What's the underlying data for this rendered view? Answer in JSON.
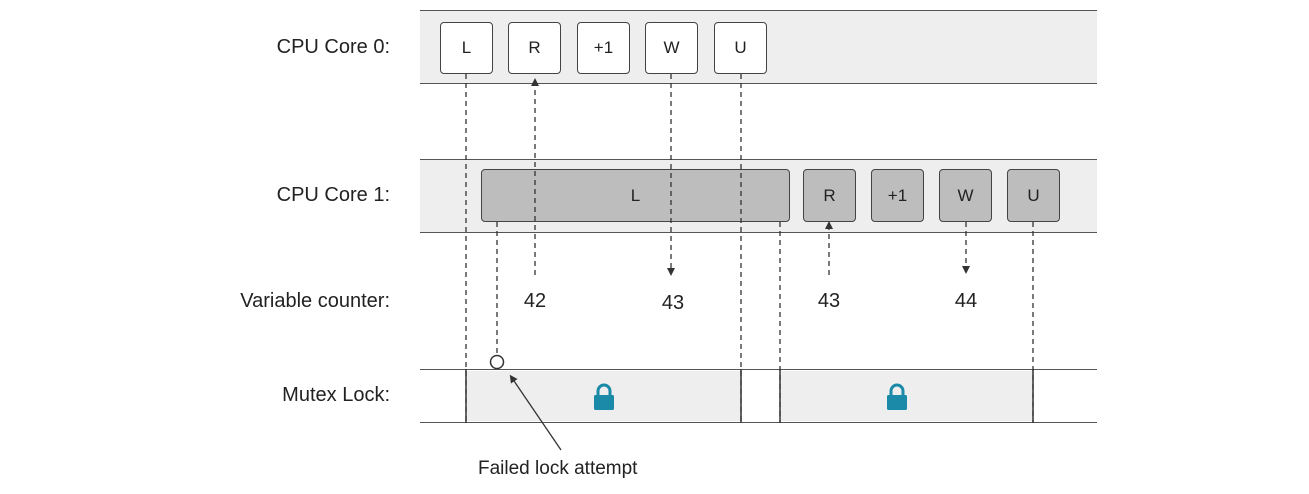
{
  "lanes": {
    "core0": {
      "label": "CPU Core 0:"
    },
    "core1": {
      "label": "CPU Core 1:"
    },
    "counter": {
      "label": "Variable counter:"
    },
    "mutex": {
      "label": "Mutex Lock:"
    }
  },
  "core0_ops": [
    "L",
    "R",
    "+1",
    "W",
    "U"
  ],
  "core1_ops": [
    "L",
    "R",
    "+1",
    "W",
    "U"
  ],
  "counter_values": [
    "42",
    "43",
    "43",
    "44"
  ],
  "annotation": "Failed lock attempt",
  "colors": {
    "lane_bg": "#eeeeee",
    "op_gray": "#bdbdbd",
    "lock_icon": "#1a8aa8"
  },
  "icons": [
    "lock-icon",
    "lock-icon"
  ]
}
